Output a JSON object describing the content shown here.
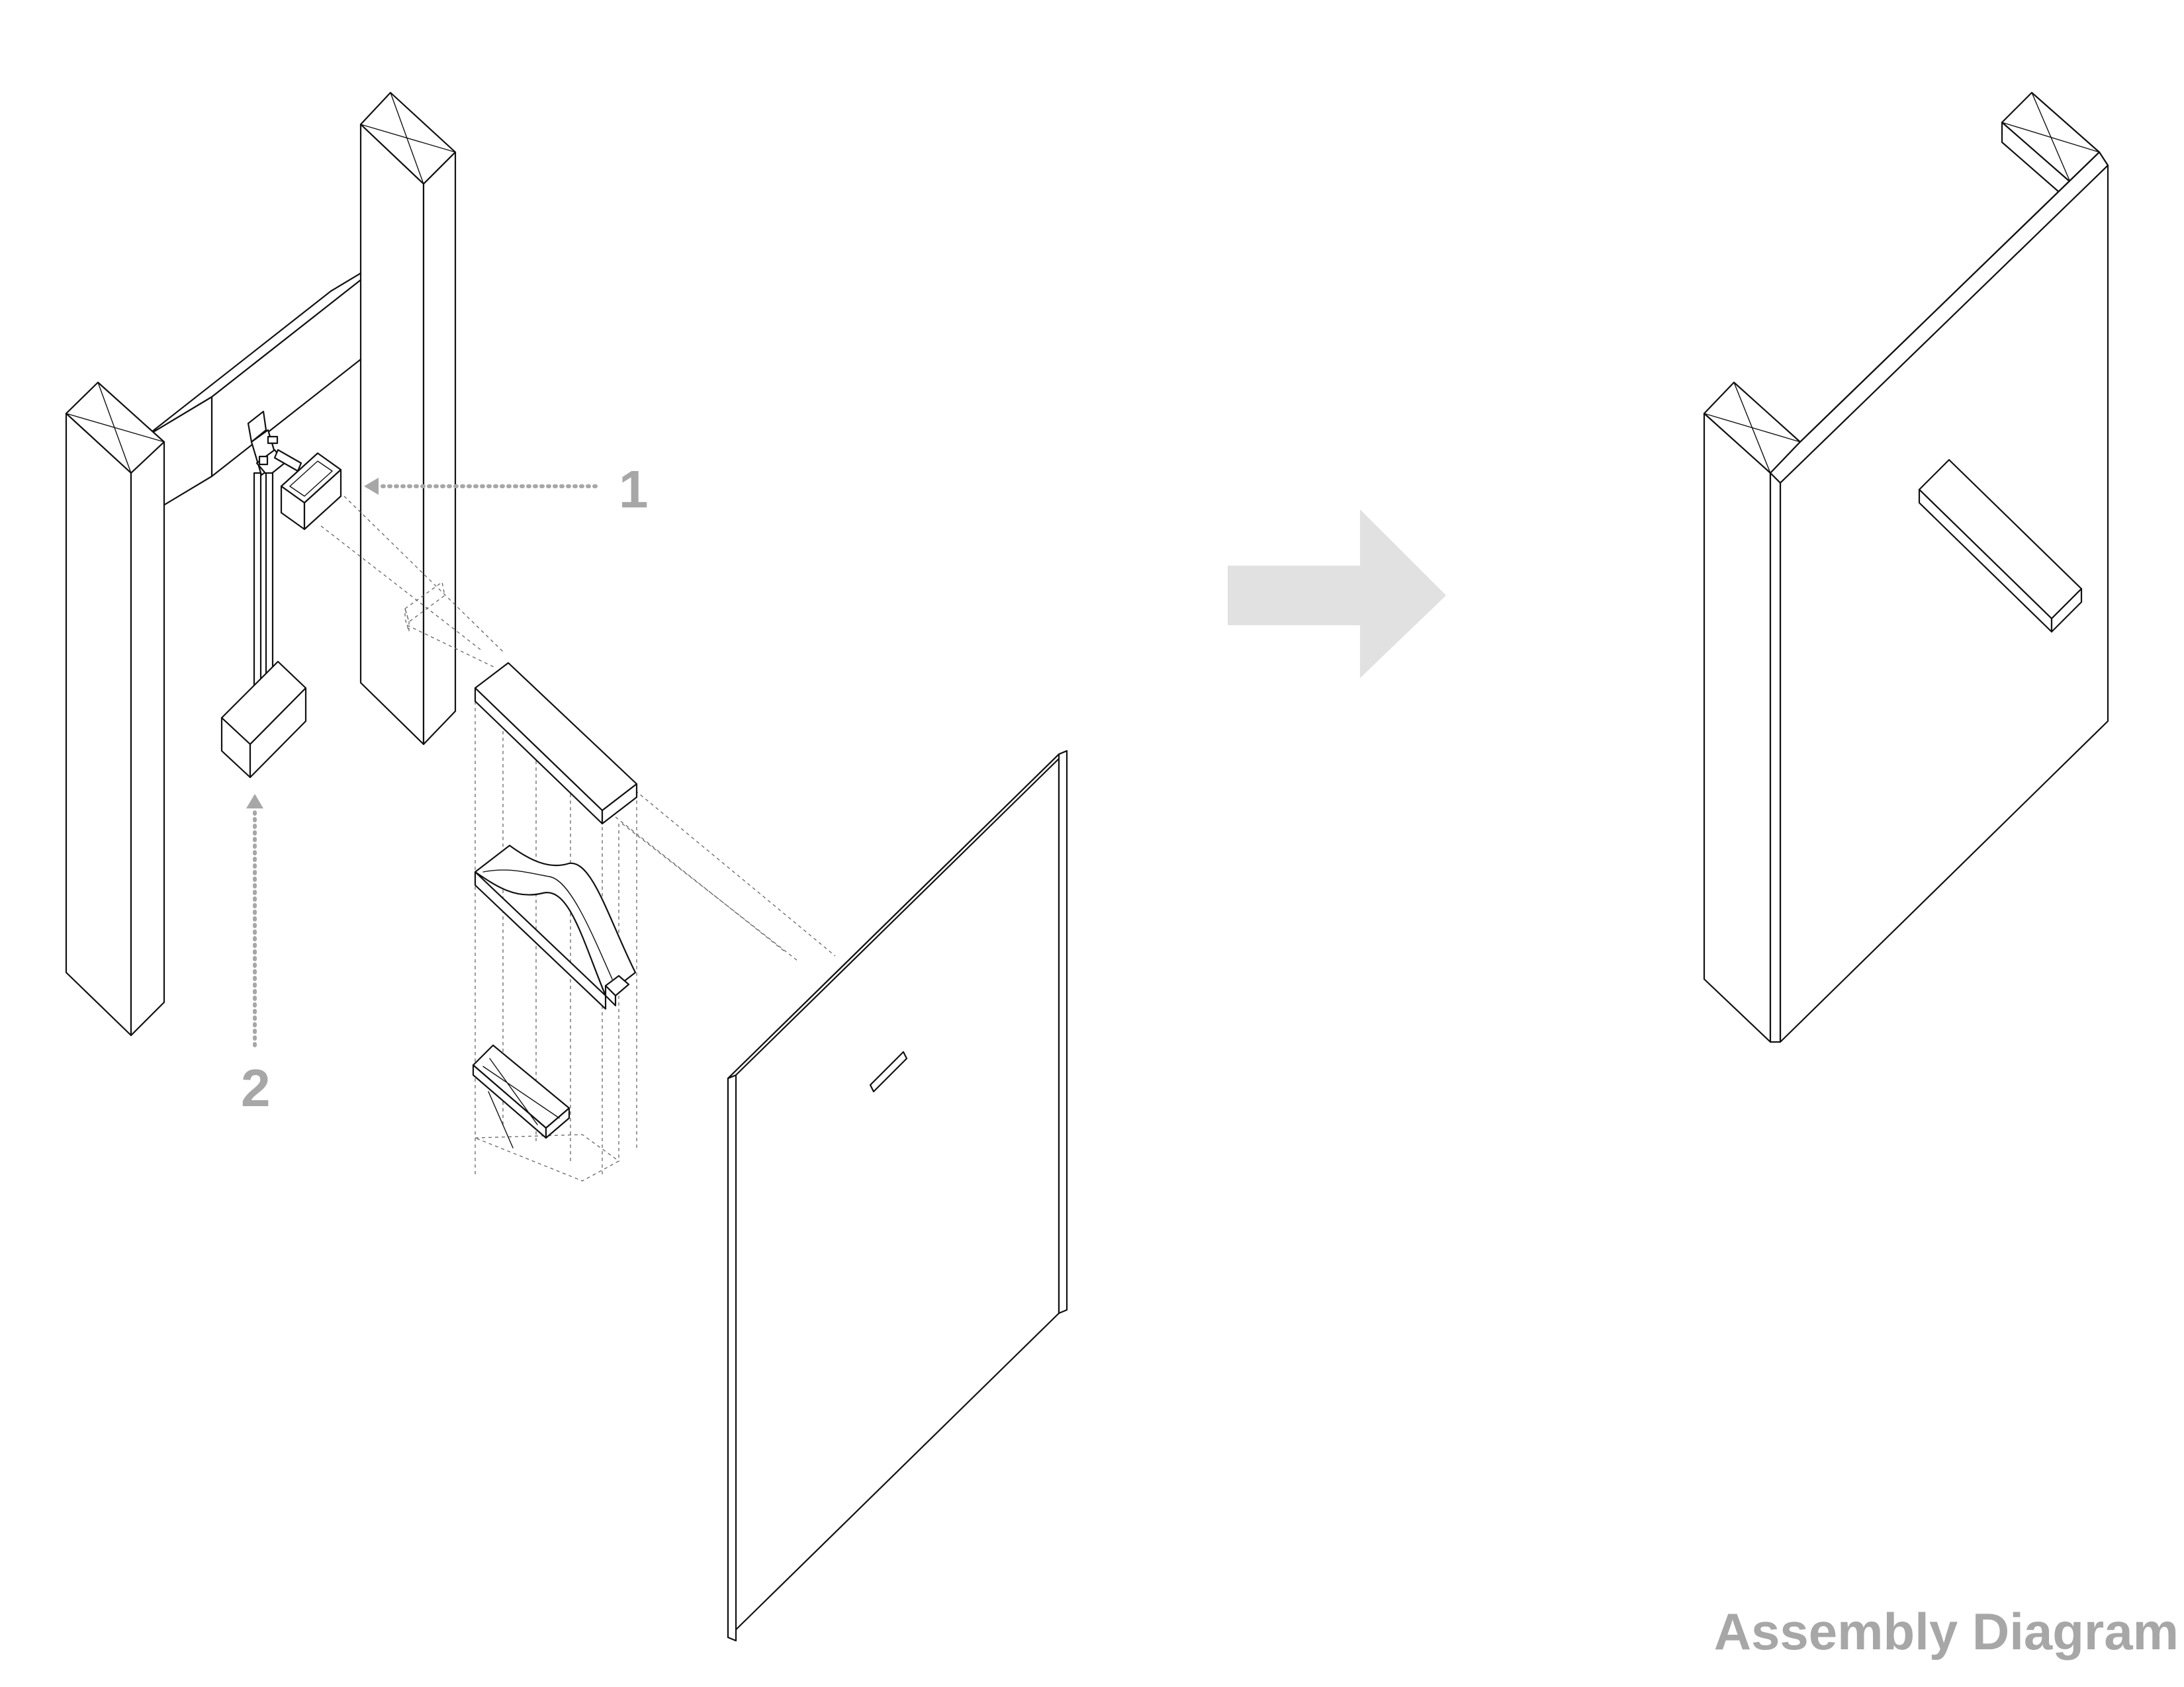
{
  "callouts": [
    {
      "number": "1"
    },
    {
      "number": "2"
    }
  ],
  "caption": "Assembly Diagram",
  "colors": {
    "linework": "#111111",
    "callout": "#a7a7a7",
    "arrow": "#e1e1e1",
    "background": "#ffffff"
  }
}
